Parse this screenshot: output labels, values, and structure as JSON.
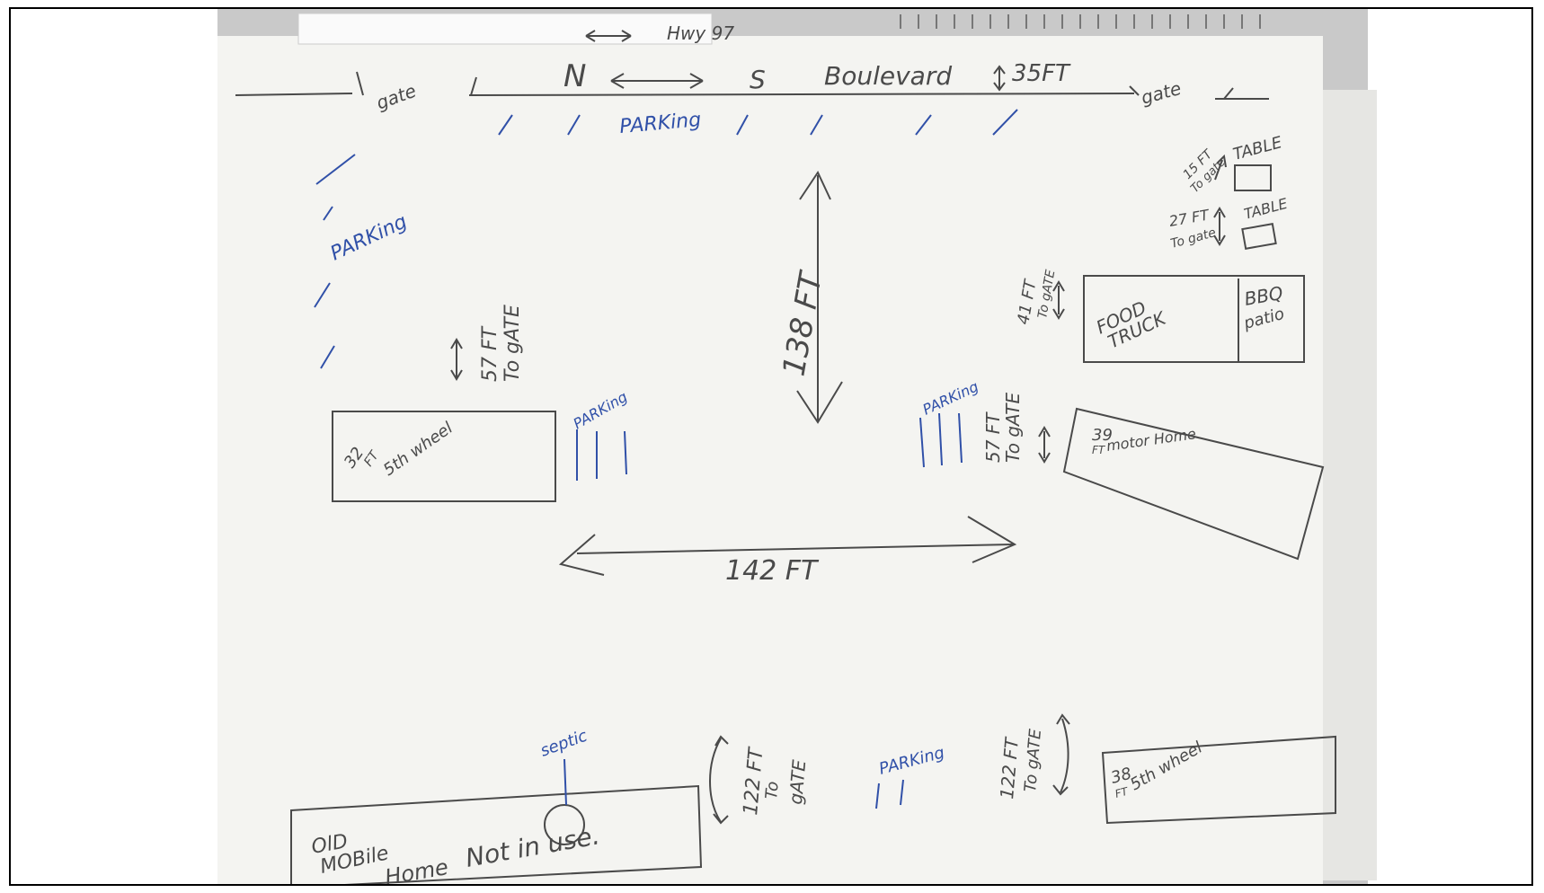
{
  "colors": {
    "pencil": "#4a4a4a",
    "pen": "#3050a8",
    "paper": "#f4f4f1"
  },
  "top_note": "Hwy 97",
  "boulevard": {
    "north": "N",
    "south": "S",
    "name": "Boulevard",
    "width": "35FT"
  },
  "gates": {
    "left": "gate",
    "right": "gate"
  },
  "parking": {
    "top": "PARKing",
    "left": "PARKing",
    "center_left": "PARKing",
    "center_right": "PARKing",
    "bottom": "PARKing"
  },
  "distances": {
    "north_south": "138 FT",
    "east_west": "142 FT",
    "left_to_gate": [
      "57 FT",
      "To gATE"
    ],
    "right_to_gate": [
      "57 FT",
      "To gATE"
    ],
    "food_truck_to_gate": [
      "41 FT",
      "To gATE"
    ],
    "table_top_to_gate": [
      "15 FT",
      "To gate"
    ],
    "table_bottom_to_gate": [
      "27 FT",
      "To gate"
    ],
    "bottom_center_to_gate": [
      "122 FT",
      "To",
      "gATE"
    ],
    "bottom_right_to_gate": [
      "122 FT",
      "To gATE"
    ]
  },
  "structures": {
    "fifth_wheel_left": [
      "32",
      "FT",
      "5th wheel"
    ],
    "table_top": "TABLE",
    "table_bottom": "TABLE",
    "food_truck": [
      "FOOD",
      "TRUCK"
    ],
    "bbq": [
      "BBQ",
      "patio"
    ],
    "motor_home": [
      "39",
      "FT",
      "motor Home"
    ],
    "fifth_wheel_right": [
      "38",
      "FT",
      "5th wheel"
    ],
    "old_mobile_home": [
      "OlD",
      "MOBile",
      "Home",
      "Not in use."
    ],
    "septic": "septic"
  }
}
